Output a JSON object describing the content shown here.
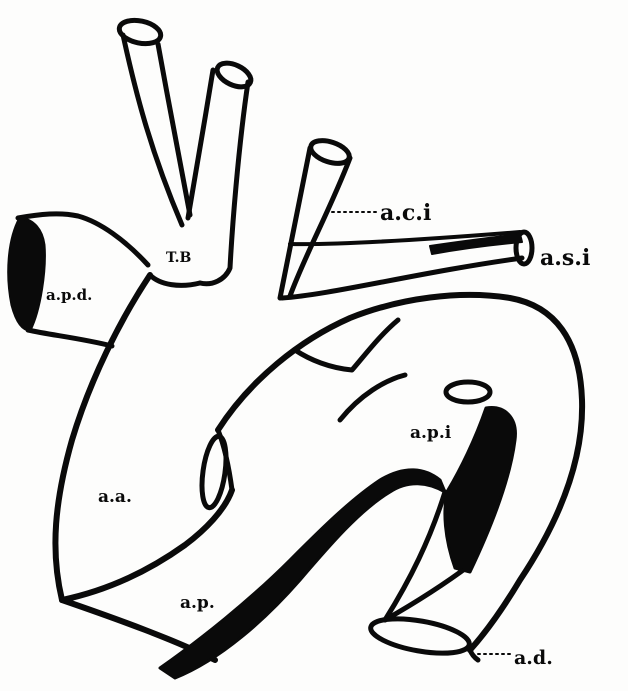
{
  "labels": {
    "tb": "T.B",
    "aci": "a.c.i",
    "asi": "a.s.i",
    "apd": "a.p.d.",
    "api": "a.p.i",
    "aa": "a.a.",
    "ap": "a.p.",
    "ad": "a.d."
  },
  "colors": {
    "ink": "#0a0a0a",
    "paper": "#fdfdfc"
  }
}
